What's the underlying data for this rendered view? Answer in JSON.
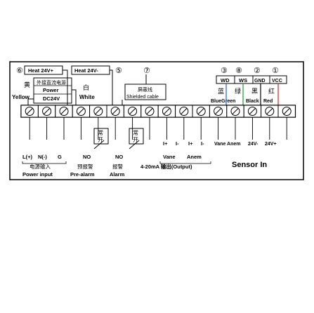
{
  "labels": {
    "num6": "⑥",
    "num5": "⑤",
    "num7": "⑦",
    "num3": "③",
    "num8": "⑧",
    "num2": "②",
    "num1": "①",
    "heat_pos": "Heat 24V+",
    "heat_neg": "Heat 24V-",
    "cn_dc_power": "外接直流电源",
    "power": "Power",
    "dc24v": "DC24V",
    "cn_yellow": "黄",
    "yellow": "Yellow",
    "cn_white": "白",
    "white": "White",
    "cn_shielded": "屏蔽线",
    "shielded_cable": "Shielded cable",
    "wd": "WD",
    "ws": "WS",
    "gnd": "GND",
    "vcc": "VCC",
    "cn_blue": "蓝",
    "cn_green": "绿",
    "cn_black": "黑",
    "cn_red": "红",
    "blue_green": "BlueGreen",
    "black": "Black",
    "red": "Red",
    "cn_nc1": "常",
    "cn_open": "开",
    "cn_nc2": "常",
    "cn_open2": "开",
    "t_lplus": "L(+)",
    "t_nminus": "N(-)",
    "t_g": "G",
    "t_no1": "NO",
    "t_no2": "NO",
    "t_iplus1": "I+",
    "t_iminus1": "I-",
    "t_iplus2": "I+",
    "t_iminus2": "I-",
    "t_vane_anem": "Vane Anem",
    "t_24vminus": "24V-",
    "t_24vplus": "24V+",
    "vane": "Vane",
    "anem": "Anem",
    "cn_power_input": "电源输入",
    "cn_prealarm": "预报警",
    "cn_alarm": "报警",
    "cn_output": "4-20mA 输出(Output)",
    "power_input": "Power input",
    "prealarm": "Pre-alarm",
    "alarm": "Alarm",
    "sensor_in": "Sensor In"
  },
  "colors": {
    "line": "#000000",
    "blue": "#1f5fd1",
    "green": "#1a9a3a",
    "black": "#000000",
    "red": "#d0231f",
    "terminal_fill": "#ffffff"
  },
  "terminal_block": {
    "count": 16,
    "icon": "screw-terminal-icon"
  }
}
